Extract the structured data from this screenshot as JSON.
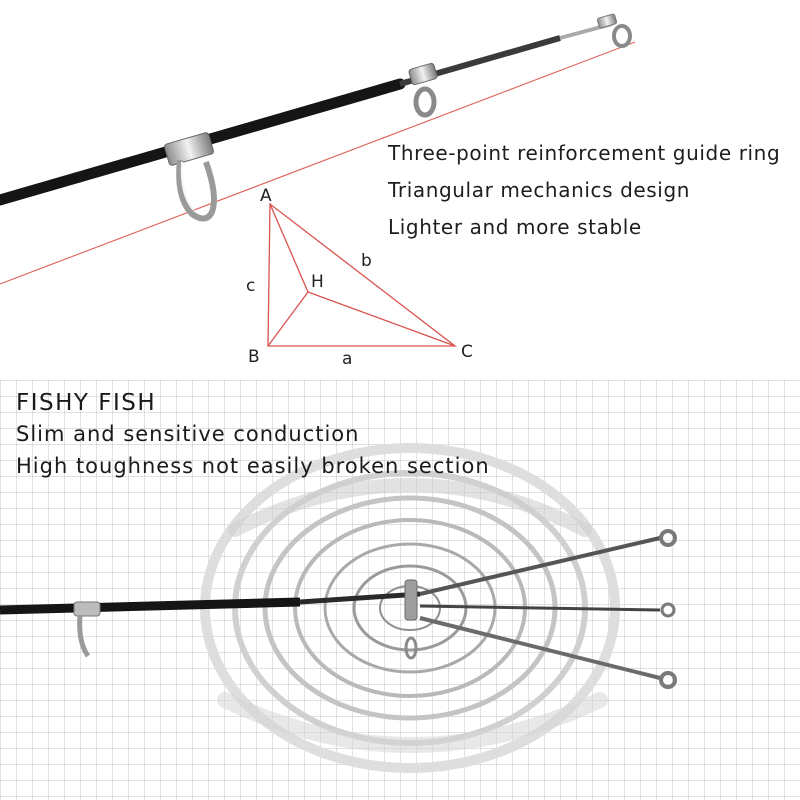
{
  "features": {
    "items": [
      "Three-point reinforcement guide ring",
      "Triangular mechanics design",
      "Lighter and more stable"
    ]
  },
  "diagram": {
    "vertices": {
      "a": "A",
      "b": "B",
      "c": "C",
      "h": "H"
    },
    "sides": {
      "a": "a",
      "b": "b",
      "c": "c"
    }
  },
  "brand": {
    "name": "FISHY FISH"
  },
  "benefits": {
    "items": [
      "Slim and sensitive conduction",
      "High toughness not easily broken section"
    ]
  },
  "colors": {
    "accent_red": "#d9534f",
    "rod_dark": "#1b1b1b",
    "text": "#1e1e1e",
    "grid": "#c8c8c8"
  }
}
